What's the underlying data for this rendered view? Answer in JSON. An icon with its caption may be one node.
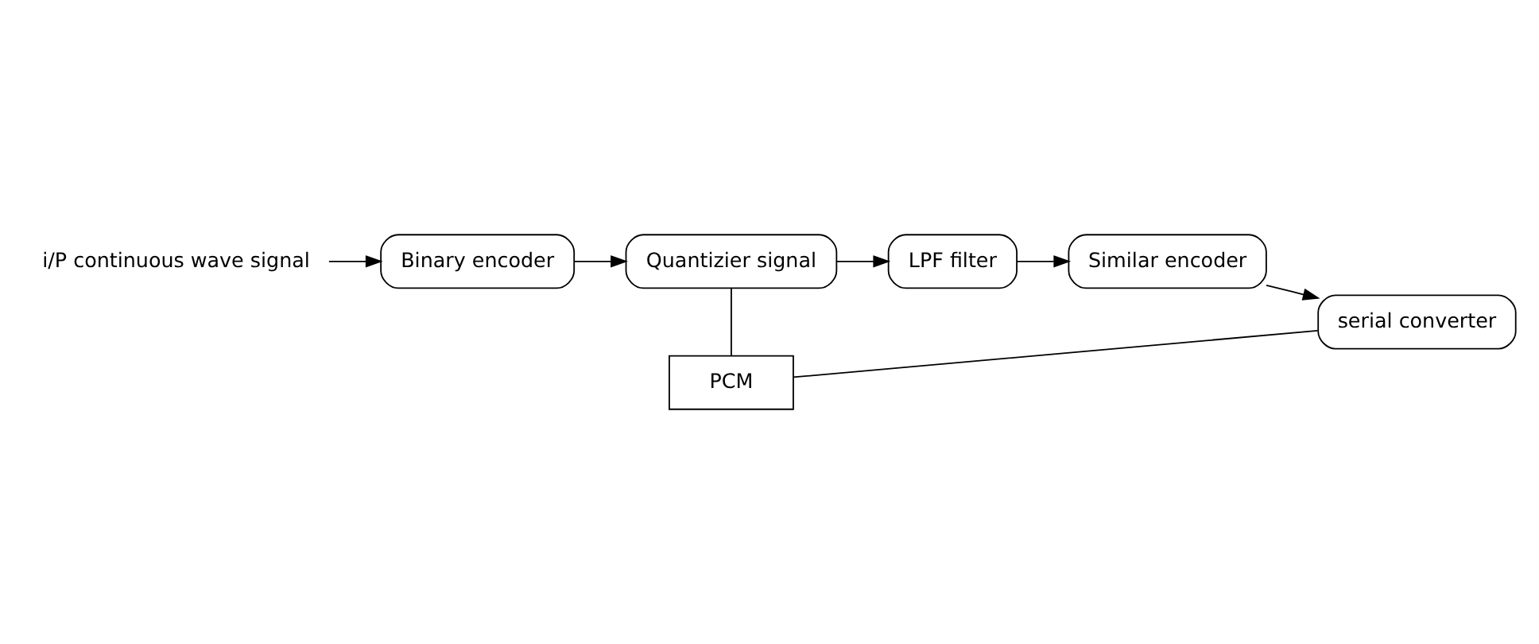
{
  "diagram": {
    "nodes": [
      {
        "text": [
          "i/P continuous wave signal"
        ]
      },
      {
        "text": [
          "Binary encoder"
        ]
      },
      {
        "text": [
          "Quantizier signal"
        ]
      },
      {
        "text": [
          "LPF filter"
        ]
      },
      {
        "text": [
          "Similar encoder"
        ]
      },
      {
        "text": [
          "serial converter"
        ]
      },
      {
        "text": [
          "PCM"
        ]
      }
    ],
    "edges": [
      {
        "from": 0,
        "to": 1,
        "arrow": "to"
      },
      {
        "from": 1,
        "to": 2,
        "arrow": "to"
      },
      {
        "from": 2,
        "to": 3,
        "arrow": "to"
      },
      {
        "from": 3,
        "to": 4,
        "arrow": "to"
      },
      {
        "from": 4,
        "to": 5,
        "arrow": "to"
      },
      {
        "from": 2,
        "to": 6,
        "arrow": "none"
      },
      {
        "from": 6,
        "to": 5,
        "arrow": "none"
      }
    ]
  }
}
